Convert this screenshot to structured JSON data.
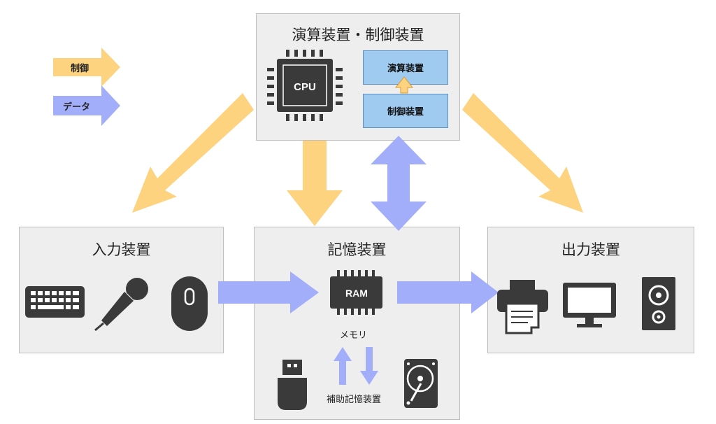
{
  "legend": {
    "control_label": "制御",
    "data_label": "データ",
    "control_color": "#fdd37f",
    "data_color": "#a3aefa"
  },
  "cpu_box": {
    "title": "演算装置・制御装置",
    "chip_label": "CPU",
    "alu_label": "演算装置",
    "control_unit_label": "制御装置"
  },
  "input_box": {
    "title": "入力装置",
    "icons": [
      "keyboard-icon",
      "microphone-icon",
      "mouse-icon"
    ]
  },
  "memory_box": {
    "title": "記憶装置",
    "chip_label": "RAM",
    "memory_label": "メモリ",
    "aux_label": "補助記憶装置",
    "icons": [
      "usb-drive-icon",
      "hard-disk-icon"
    ]
  },
  "output_box": {
    "title": "出力装置",
    "icons": [
      "printer-icon",
      "monitor-icon",
      "speaker-icon"
    ]
  },
  "colors": {
    "box_fill": "#eeeeee",
    "sub_box_fill": "#9fcbf0",
    "icon_color": "#3a3a3a"
  }
}
